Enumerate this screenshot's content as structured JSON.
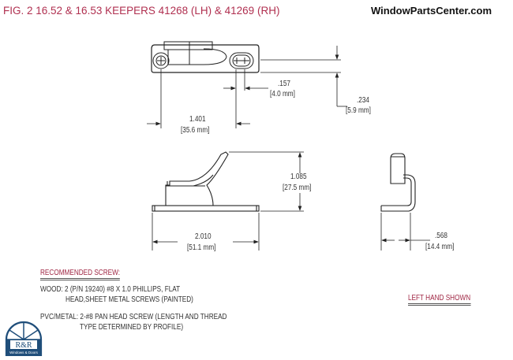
{
  "header": {
    "title": "FIG. 2  16.52 & 16.53 KEEPERS  41268 (LH) & 41269 (RH)",
    "watermark": "WindowPartsCenter.com"
  },
  "dimensions": {
    "top_height": {
      "inch": ".234",
      "mm": "[5.9 mm]"
    },
    "slot_width": {
      "inch": ".157",
      "mm": "[4.0 mm]"
    },
    "hole_spacing": {
      "inch": "1.401",
      "mm": "[35.6 mm]"
    },
    "overall_height": {
      "inch": "1.085",
      "mm": "[27.5 mm]"
    },
    "overall_length": {
      "inch": "2.010",
      "mm": "[51.1 mm]"
    },
    "depth": {
      "inch": ".568",
      "mm": "[14.4 mm]"
    }
  },
  "notes": {
    "heading": "RECOMMENDED SCREW:",
    "wood_line1": "WOOD: 2 (P/N 19240) #8 X 1.0 PHILLIPS, FLAT",
    "wood_line2": "HEAD,SHEET METAL SCREWS (PAINTED)",
    "pvc_line1": "PVC/METAL: 2-#8 PAN HEAD SCREW (LENGTH AND THREAD",
    "pvc_line2": "TYPE DETERMINED BY PROFILE)",
    "hand_label": "LEFT HAND SHOWN"
  },
  "logo": {
    "text": "R&R",
    "subtext": "Windows & Doors",
    "color": "#1f4e7a"
  },
  "colors": {
    "title": "#b03050",
    "notes_heading": "#a02845",
    "line": "#222222"
  }
}
